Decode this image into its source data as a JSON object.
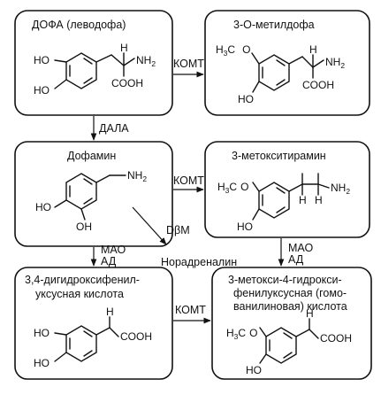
{
  "boxes": {
    "dopa": {
      "title": "ДОФА (леводофа)",
      "ho1": "HO",
      "ho2": "HO",
      "h": "H",
      "nh": "NH",
      "nh_sub": "2",
      "cooh": "COOH"
    },
    "methyldopa": {
      "title": "3-О-метилдофа",
      "h3c": "H",
      "h3c_sub": "3",
      "h3c_rest": "C",
      "o": "O",
      "ho": "HO",
      "h": "H",
      "nh": "NH",
      "nh_sub": "2",
      "cooh": "COOH"
    },
    "dopamine": {
      "title": "Дофамин",
      "nh": "NH",
      "nh_sub": "2",
      "ho1": "HO",
      "oh": "OH"
    },
    "methoxytyramine": {
      "title": "3-метокситирамин",
      "h3c": "H",
      "h3c_sub": "3",
      "h3c_rest": "C",
      "o": "O",
      "ho": "HO",
      "h1": "H",
      "h2": "H",
      "nh": "NH",
      "nh_sub": "2"
    },
    "dopac": {
      "title_line1": "3,4-дигидроксифенил-",
      "title_line2": "уксусная кислота",
      "ho1": "HO",
      "ho2": "HO",
      "h": "H",
      "cooh": "COOH"
    },
    "hva": {
      "title_line1": "3-метокси-4-гидрокси-",
      "title_line2": "фенилуксусная (гомо-",
      "title_line3": "ванилиновая) кислота",
      "h3c": "H",
      "h3c_sub": "3",
      "h3c_rest": "C",
      "o": "O",
      "ho": "HO",
      "h": "H",
      "cooh": "COOH"
    }
  },
  "arrows": {
    "komt_top": "КОМТ",
    "dala": "ДАЛА",
    "komt_mid": "КОМТ",
    "dbm": "DβM",
    "mao_left_1": "МАО",
    "mao_left_2": "АД",
    "mao_right_1": "МАО",
    "mao_right_2": "АД",
    "noradrenaline": "Норадреналин",
    "komt_bottom": "КОМТ"
  }
}
